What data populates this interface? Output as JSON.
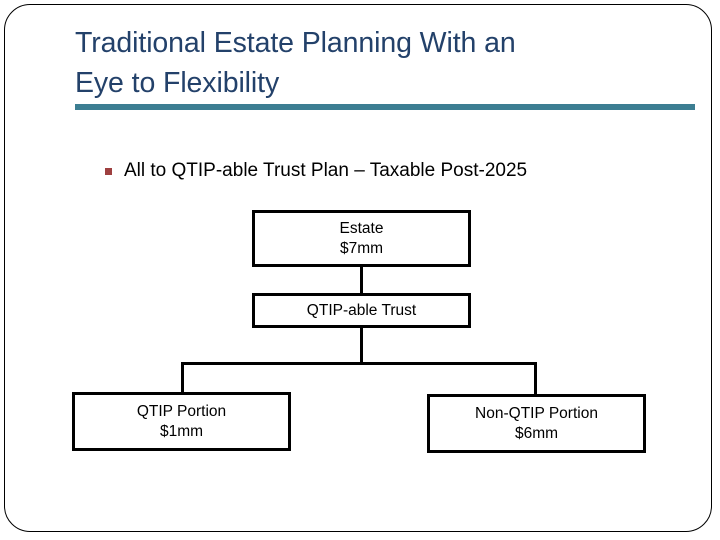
{
  "slide": {
    "title": "Traditional Estate Planning With an\nEye to Flexibility",
    "title_color": "#23416A",
    "rule_color": "#3C7E92",
    "bullet_marker_color": "#9E4040",
    "bullet": "All to QTIP-able Trust Plan – Taxable Post-2025"
  },
  "chart_data": {
    "type": "diagram",
    "title": "All to QTIP-able Trust Plan – Taxable Post-2025",
    "nodes": [
      {
        "id": "estate",
        "label": "Estate",
        "value": "$7mm"
      },
      {
        "id": "qtip_trust",
        "label": "QTIP-able Trust",
        "value": ""
      },
      {
        "id": "qtip_portion",
        "label": "QTIP Portion",
        "value": "$1mm"
      },
      {
        "id": "non_qtip",
        "label": "Non-QTIP Portion",
        "value": "$6mm"
      }
    ],
    "edges": [
      {
        "from": "estate",
        "to": "qtip_trust"
      },
      {
        "from": "qtip_trust",
        "to": "qtip_portion"
      },
      {
        "from": "qtip_trust",
        "to": "non_qtip"
      }
    ]
  }
}
